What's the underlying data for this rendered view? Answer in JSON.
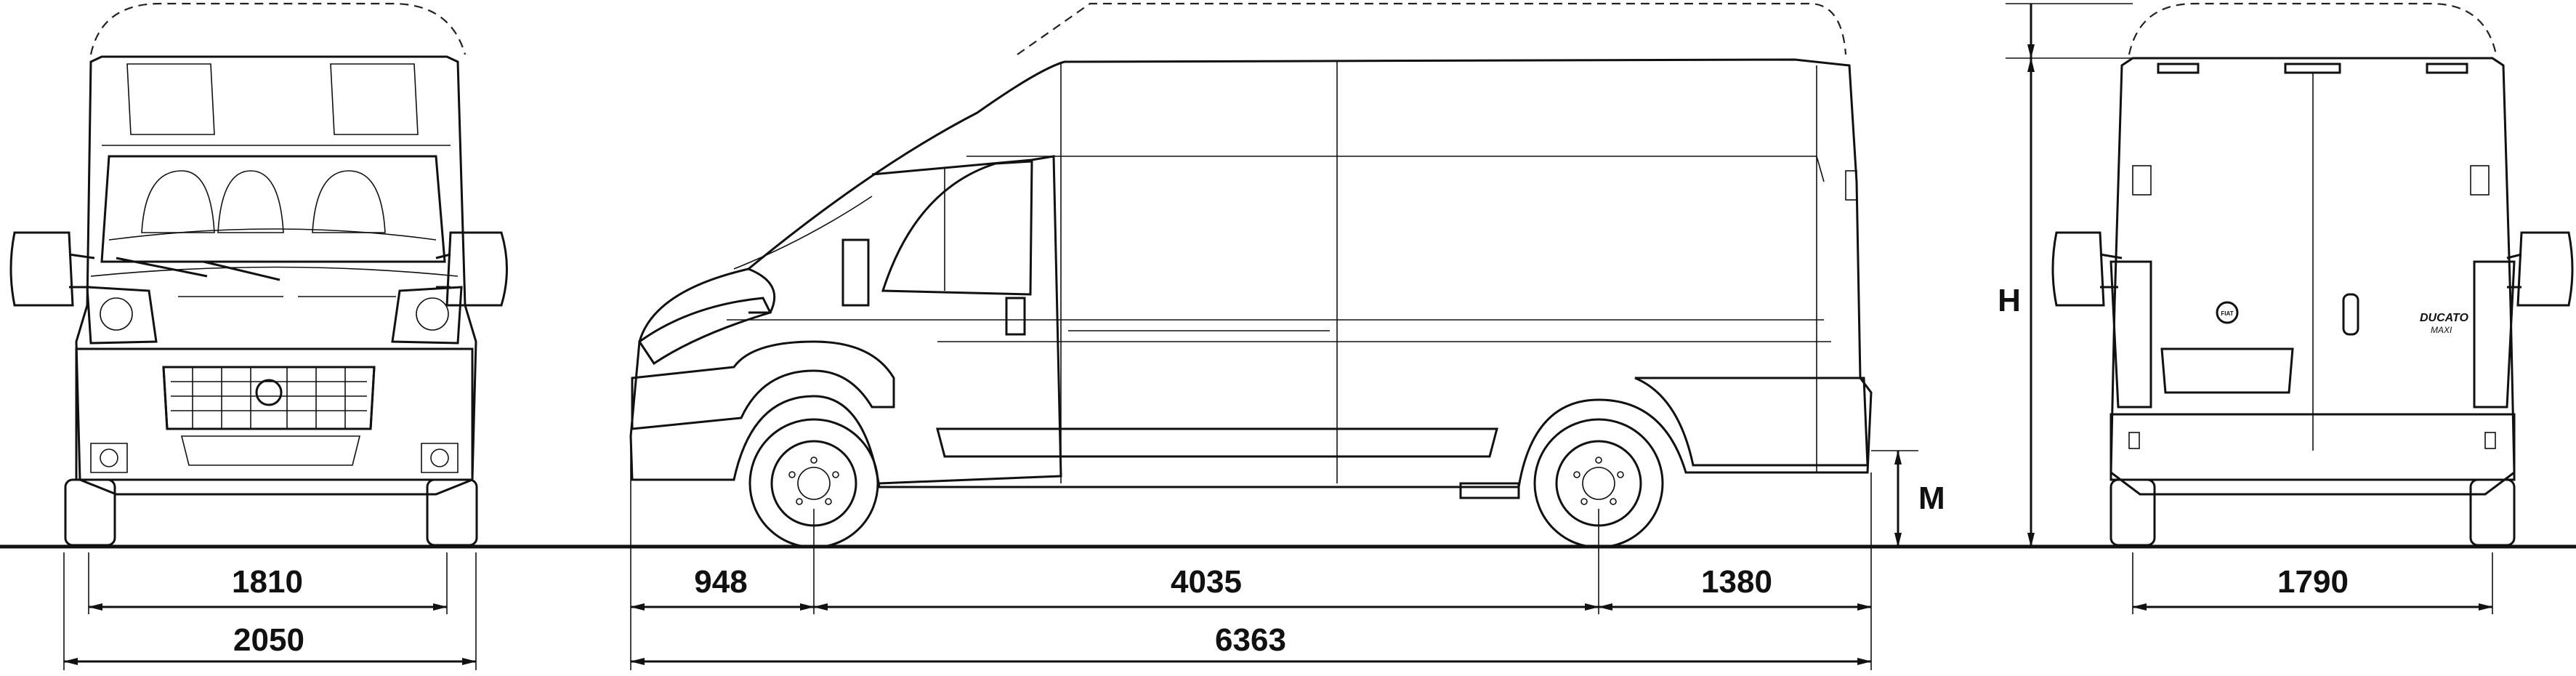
{
  "dimensions": {
    "front_track": "1810",
    "front_width": "2050",
    "front_overhang": "948",
    "wheelbase": "4035",
    "rear_overhang": "1380",
    "overall_length": "6363",
    "rear_track": "1790",
    "height_label": "H",
    "ground_clearance_label": "M"
  },
  "badges": {
    "brand": "FIAT",
    "model_line1": "DUCATO",
    "model_line2": "MAXI"
  }
}
